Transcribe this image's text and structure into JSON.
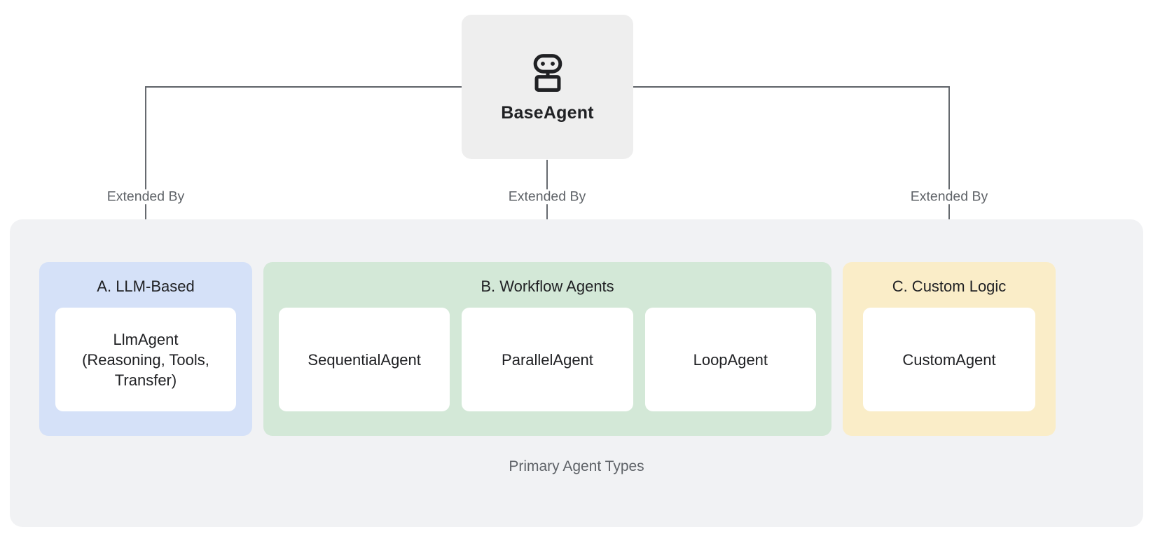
{
  "diagram": {
    "root": {
      "label": "BaseAgent",
      "icon": "robot-icon"
    },
    "edges": [
      {
        "label": "Extended By",
        "target": "A. LLM-Based"
      },
      {
        "label": "Extended By",
        "target": "B. Workflow Agents"
      },
      {
        "label": "Extended By",
        "target": "C. Custom Logic"
      }
    ],
    "panel": {
      "caption": "Primary Agent Types",
      "groups": [
        {
          "id": "a",
          "title": "A. LLM-Based",
          "color": "#d5e1f8",
          "cards": [
            {
              "label": "LlmAgent\n(Reasoning, Tools,\nTransfer)"
            }
          ]
        },
        {
          "id": "b",
          "title": "B. Workflow Agents",
          "color": "#d3e8d7",
          "cards": [
            {
              "label": "SequentialAgent"
            },
            {
              "label": "ParallelAgent"
            },
            {
              "label": "LoopAgent"
            }
          ]
        },
        {
          "id": "c",
          "title": "C. Custom Logic",
          "color": "#faedc8",
          "cards": [
            {
              "label": "CustomAgent"
            }
          ]
        }
      ]
    },
    "colors": {
      "root_bg": "#eeeeee",
      "panel_bg": "#f1f2f4",
      "card_bg": "#ffffff",
      "connector": "#5f6368",
      "text_primary": "#202124",
      "text_secondary": "#5f6368"
    }
  }
}
